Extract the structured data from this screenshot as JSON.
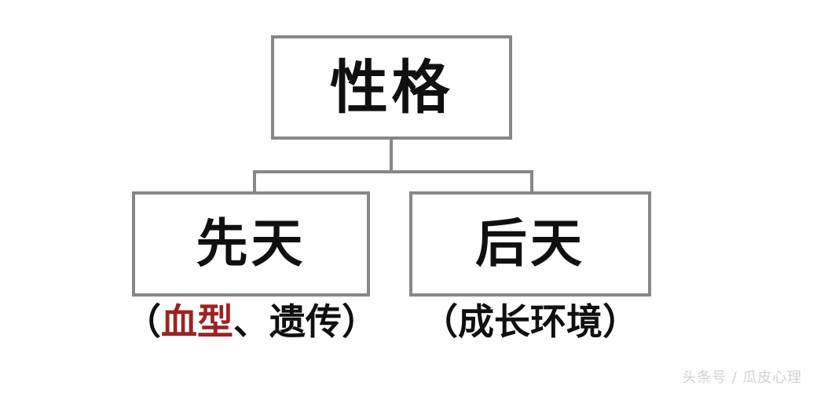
{
  "meta": {
    "diagram_type": "tree",
    "background_color": "#ffffff",
    "line_color": "#878787",
    "text_color": "#101010",
    "accent_color": "#9e2222"
  },
  "diagram": {
    "root": {
      "label": "性格"
    },
    "children": [
      {
        "label": "先天",
        "caption": {
          "open_paren": "（",
          "accent_text": "血型",
          "separator": "、",
          "rest_text": "遗传",
          "close_paren": "）",
          "full_text": "（血型、遗传）"
        }
      },
      {
        "label": "后天",
        "caption": {
          "open_paren": "（",
          "accent_text": "",
          "separator": "",
          "rest_text": "成长环境",
          "close_paren": "）",
          "full_text": "（成长环境）"
        }
      }
    ]
  },
  "watermark": {
    "text": "头条号 / 瓜皮心理"
  }
}
